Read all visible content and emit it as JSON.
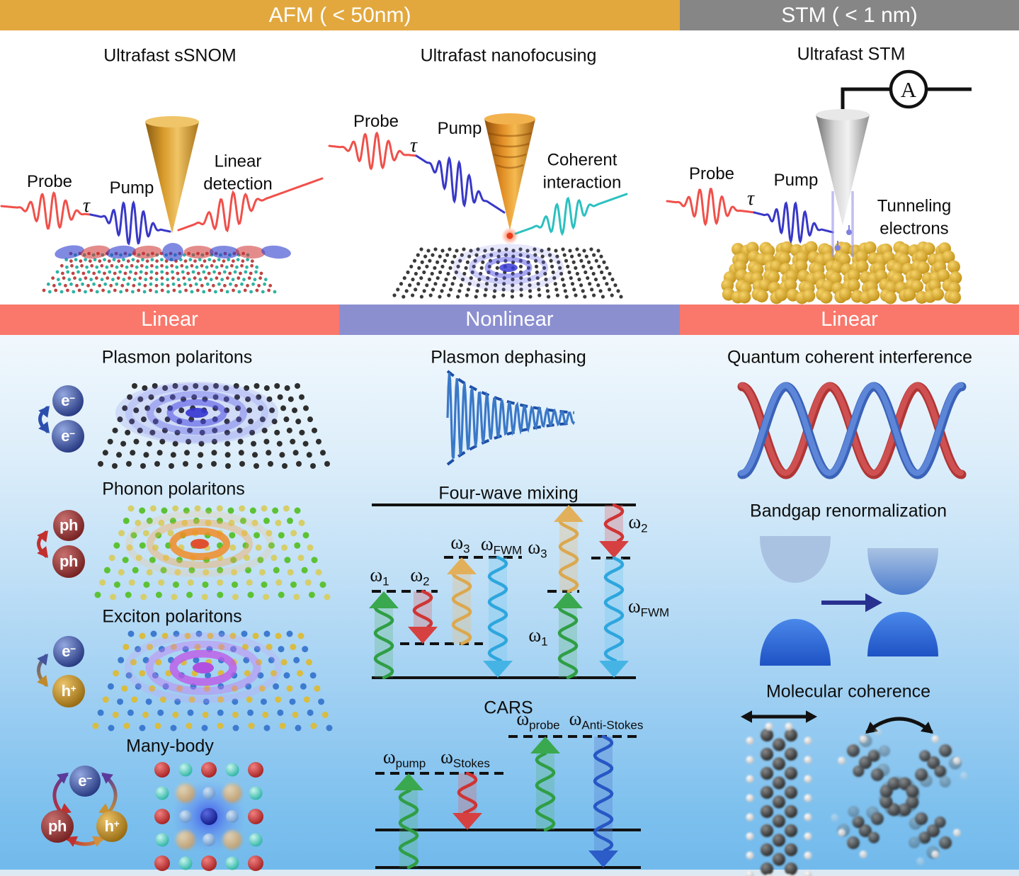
{
  "header": {
    "afm_label": "AFM ( < 50nm)",
    "stm_label": "STM ( < 1 nm)"
  },
  "top_row": {
    "ssnom": {
      "title": "Ultrafast sSNOM",
      "probe_label": "Probe",
      "delay_label": "τ",
      "pump_label": "Pump",
      "result_line1": "Linear",
      "result_line2": "detection"
    },
    "nanofocusing": {
      "title": "Ultrafast nanofocusing",
      "probe_label": "Probe",
      "delay_label": "τ",
      "pump_label": "Pump",
      "result_line1": "Coherent",
      "result_line2": "interaction"
    },
    "stm": {
      "title": "Ultrafast STM",
      "probe_label": "Probe",
      "delay_label": "τ",
      "pump_label": "Pump",
      "result_line1": "Tunneling",
      "result_line2": "electrons",
      "ammeter_label": "A"
    }
  },
  "bands": {
    "left": "Linear",
    "middle": "Nonlinear",
    "right": "Linear"
  },
  "left_column": {
    "plasmon": {
      "title": "Plasmon polaritons",
      "particle_top": {
        "base": "e",
        "script": "−"
      },
      "particle_bottom": {
        "base": "e",
        "script": "−"
      }
    },
    "phonon": {
      "title": "Phonon polaritons",
      "particle_top": {
        "base": "ph",
        "script": ""
      },
      "particle_bottom": {
        "base": "ph",
        "script": ""
      }
    },
    "exciton": {
      "title": "Exciton polaritons",
      "particle_top": {
        "base": "e",
        "script": "−"
      },
      "particle_bottom": {
        "base": "h",
        "script": "+"
      }
    },
    "many_body": {
      "title": "Many-body",
      "particle_top": {
        "base": "e",
        "script": "−"
      },
      "particle_left": {
        "base": "ph",
        "script": ""
      },
      "particle_right": {
        "base": "h",
        "script": "+"
      }
    }
  },
  "middle_column": {
    "dephasing": {
      "title": "Plasmon dephasing"
    },
    "four_wave_mixing": {
      "title": "Four-wave mixing",
      "labels": {
        "l_omega1": {
          "base": "ω",
          "sub": "1"
        },
        "l_omega2": {
          "base": "ω",
          "sub": "2"
        },
        "l_omega3": {
          "base": "ω",
          "sub": "3"
        },
        "l_fwm": {
          "base": "ω",
          "sub": "FWM"
        },
        "r_omega3": {
          "base": "ω",
          "sub": "3"
        },
        "r_omega2": {
          "base": "ω",
          "sub": "2"
        },
        "r_omega1": {
          "base": "ω",
          "sub": "1"
        },
        "r_fwm": {
          "base": "ω",
          "sub": "FWM"
        }
      }
    },
    "cars": {
      "title": "CARS",
      "labels": {
        "pump": {
          "base": "ω",
          "sub": "pump"
        },
        "stokes": {
          "base": "ω",
          "sub": "Stokes"
        },
        "probe": {
          "base": "ω",
          "sub": "probe"
        },
        "anti_stokes": {
          "base": "ω",
          "sub": "Anti-Stokes"
        }
      }
    }
  },
  "right_column": {
    "interference": {
      "title": "Quantum coherent interference"
    },
    "bandgap": {
      "title": "Bandgap renormalization"
    },
    "molecular": {
      "title": "Molecular coherence"
    }
  },
  "colors": {
    "afm_header": "#e2a83e",
    "stm_header": "#868686",
    "linear_band": "#f9786b",
    "nonlinear_band": "#8b8fd0",
    "background_bottom": "#70b9ec"
  }
}
